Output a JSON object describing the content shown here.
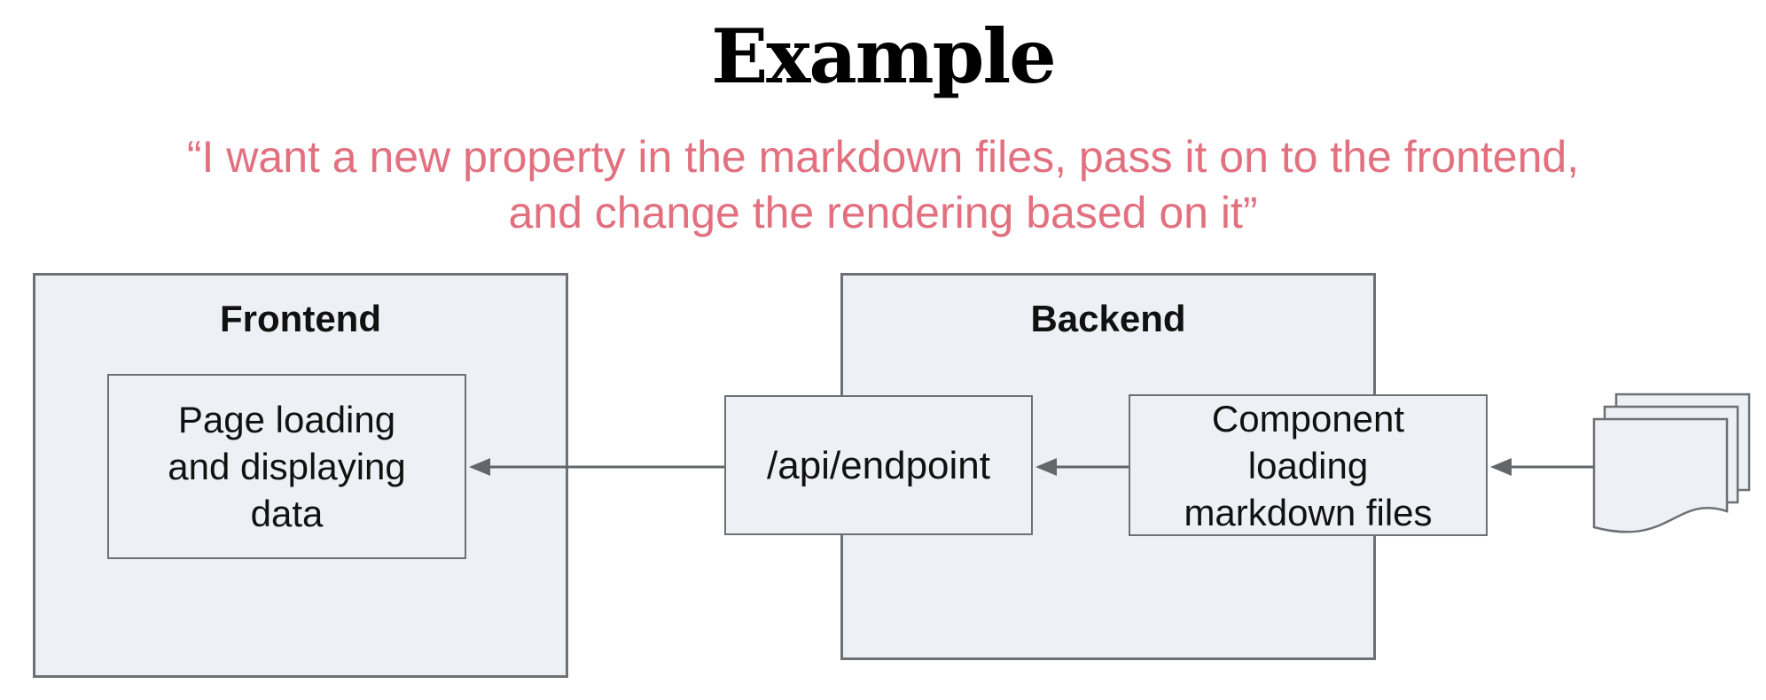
{
  "title": "Example",
  "quote": {
    "line1": "“I want a new property in the markdown files, pass it on to the frontend,",
    "line2": "and change the rendering based on it”"
  },
  "diagram": {
    "frontend_box": {
      "label": "Frontend",
      "page_node": {
        "line1": "Page loading",
        "line2": "and displaying",
        "line3": "data"
      }
    },
    "backend_box": {
      "label": "Backend",
      "api_node": {
        "label": "/api/endpoint"
      },
      "component_node": {
        "line1": "Component",
        "line2": "loading",
        "line3": "markdown files"
      }
    },
    "files_icon": "markdown-files-stack-icon",
    "arrows": [
      {
        "from": "markdown-files-stack",
        "to": "component-node",
        "direction": "left"
      },
      {
        "from": "component-node",
        "to": "api-node",
        "direction": "left"
      },
      {
        "from": "api-node",
        "to": "page-node",
        "direction": "left"
      }
    ]
  },
  "colors": {
    "title_text": "#000000",
    "quote_text": "#e2707f",
    "box_fill": "#edf1f5",
    "box_border": "#6d7174",
    "arrow": "#63676a",
    "node_text": "#111111"
  }
}
